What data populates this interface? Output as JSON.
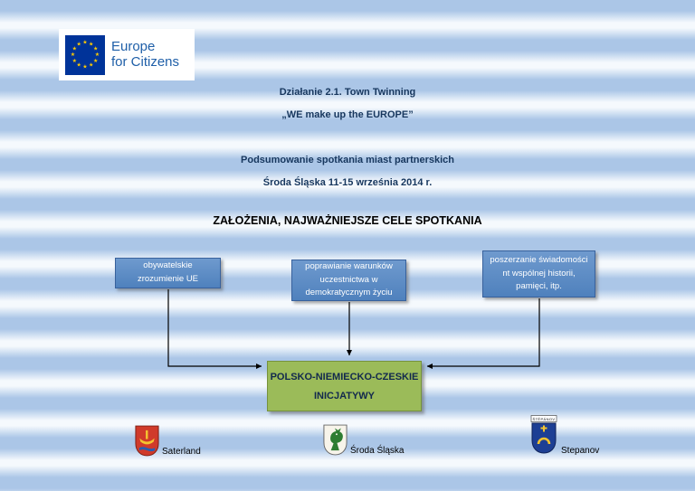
{
  "logo": {
    "line1": "Europe",
    "line2": "for Citizens"
  },
  "header": {
    "program": "Działanie 2.1. Town Twinning",
    "motto": "„WE make up the EUROPE”",
    "summary": "Podsumowanie spotkania miast partnerskich",
    "event": "Środa Śląska 11-15 września 2014 r."
  },
  "section_title": "ZAŁOŻENIA, NAJWAŻNIEJSZE CELE SPOTKANIA",
  "diagram": {
    "boxes": [
      {
        "label": "obywatelskie zrozumienie UE"
      },
      {
        "label": "poprawianie warunków uczestnictwa w demokratycznym życiu"
      },
      {
        "label": "poszerzanie świadomości nt wspólnej historii, pamięci, itp."
      }
    ],
    "result": {
      "line1": "POLSKO-NIEMIECKO-CZESKIE",
      "line2": "INICJATYWY"
    }
  },
  "footer": {
    "crests": [
      {
        "name": "Saterland"
      },
      {
        "name": "Środa Śląska"
      },
      {
        "name": "Stepanov",
        "banner": "ŠTĚPÁNOV"
      }
    ]
  },
  "colors": {
    "cause_box_blue": "#4f81bd",
    "result_box_green": "#9bbb59",
    "header_text_blue": "#17375e",
    "eu_flag_blue": "#003399",
    "eu_star_yellow": "#ffcc00",
    "stripe_blue": "#abc6e7"
  }
}
